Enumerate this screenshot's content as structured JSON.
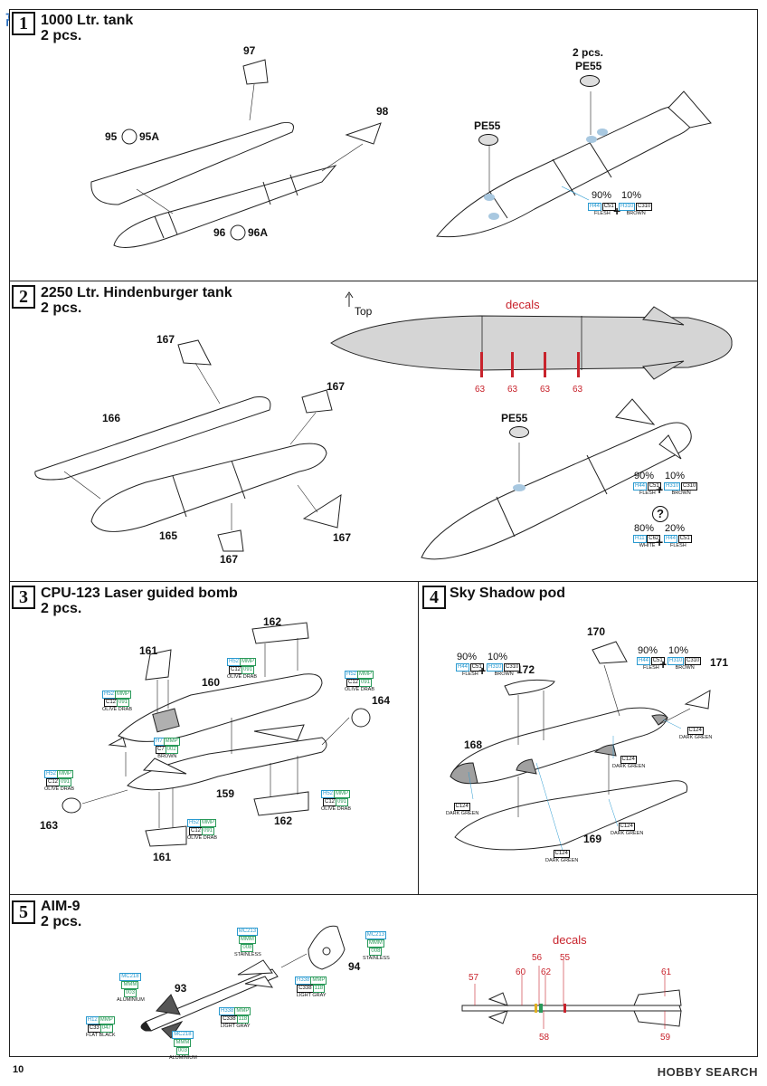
{
  "page_number": "10",
  "watermark": "HOBBY SEARCH",
  "logo_text": "高手",
  "steps": [
    {
      "num": "1",
      "title": "1000 Ltr. tank",
      "qty": "2 pcs."
    },
    {
      "num": "2",
      "title": "2250 Ltr. Hindenburger tank",
      "qty": "2 pcs."
    },
    {
      "num": "3",
      "title": "CPU-123 Laser guided bomb",
      "qty": "2 pcs."
    },
    {
      "num": "4",
      "title": "Sky Shadow pod",
      "qty": ""
    },
    {
      "num": "5",
      "title": "AIM-9",
      "qty": "2 pcs."
    }
  ],
  "step1": {
    "parts": [
      "97",
      "98",
      "95",
      "95A",
      "96",
      "96A"
    ],
    "pe_top": "2 pcs.",
    "pe_top_code": "PE55",
    "pe_left": "PE55",
    "mix": [
      {
        "pct": "90%",
        "h": "H44",
        "c": "C51",
        "name": "FLESH"
      },
      {
        "pct": "10%",
        "h": "H310",
        "c": "C310",
        "name": "BROWN"
      }
    ]
  },
  "step2": {
    "top_label": "Top",
    "decals_label": "decals",
    "decal_nums": [
      "63",
      "63",
      "63",
      "63"
    ],
    "parts": [
      "167",
      "167",
      "166",
      "165",
      "167",
      "167"
    ],
    "pe": "PE55",
    "mix1": [
      {
        "pct": "90%",
        "h": "H44",
        "c": "C51",
        "name": "FLESH"
      },
      {
        "pct": "10%",
        "h": "H310",
        "c": "C310",
        "name": "BROWN"
      }
    ],
    "question": "?",
    "mix2": [
      {
        "pct": "80%",
        "h": "H11",
        "c": "C62",
        "name": "WHITE"
      },
      {
        "pct": "20%",
        "h": "H44",
        "c": "C51",
        "name": "FLESH"
      }
    ]
  },
  "step3": {
    "parts": [
      "162",
      "161",
      "160",
      "164",
      "159",
      "163",
      "162",
      "161"
    ],
    "colors": [
      {
        "h": "H52",
        "m": "MMP",
        "c": "C12",
        "m2": "091",
        "name": "OLIVE DRAB"
      },
      {
        "h": "H52",
        "m": "MMP",
        "c": "C12",
        "m2": "091",
        "name": "OLIVE DRAB"
      },
      {
        "h": "H52",
        "m": "MMP",
        "c": "C12",
        "m2": "091",
        "name": "OLIVE DRAB"
      },
      {
        "h": "H7",
        "m": "MMP",
        "c": "C7",
        "m2": "002",
        "name": "BROWN"
      },
      {
        "h": "H52",
        "m": "MMP",
        "c": "C12",
        "m2": "091",
        "name": "OLIVE DRAB"
      },
      {
        "h": "H52",
        "m": "MMP",
        "c": "C12",
        "m2": "091",
        "name": "OLIVE DRAB"
      },
      {
        "h": "H52",
        "m": "MMP",
        "c": "C12",
        "m2": "091",
        "name": "OLIVE DRAB"
      }
    ]
  },
  "step4": {
    "parts": [
      "170",
      "172",
      "171",
      "168",
      "169"
    ],
    "mix_left": [
      {
        "pct": "90%",
        "h": "H44",
        "c": "C51",
        "name": "FLESH"
      },
      {
        "pct": "10%",
        "h": "H310",
        "c": "C310",
        "name": "BROWN"
      }
    ],
    "mix_right": [
      {
        "pct": "90%",
        "h": "H44",
        "c": "C51",
        "name": "FLESH"
      },
      {
        "pct": "10%",
        "h": "H310",
        "c": "C310",
        "name": "BROWN"
      }
    ],
    "green": {
      "c": "C124",
      "name": "DARK GREEN"
    }
  },
  "step5": {
    "parts": [
      "93",
      "94"
    ],
    "decals_label": "decals",
    "decal_nums": [
      "57",
      "60",
      "56",
      "62",
      "55",
      "61",
      "58",
      "59"
    ],
    "colors": [
      {
        "m": "MC218",
        "m2": "MMM",
        "m3": "003",
        "name": "ALUMINIUM"
      },
      {
        "m": "MC213",
        "m2": "MMM",
        "m3": "008",
        "name": "STAINLESS"
      },
      {
        "m": "MC213",
        "m2": "MMM",
        "m3": "008",
        "name": "STAINLESS"
      },
      {
        "h": "H338",
        "m": "MMP",
        "c": "C338",
        "m2": "118",
        "name": "LIGHT GRAY"
      },
      {
        "h": "H338",
        "m": "MMP",
        "c": "C338",
        "m2": "118",
        "name": "LIGHT GRAY"
      },
      {
        "h": "H12",
        "m": "MMP",
        "c": "C33",
        "m2": "047",
        "name": "FLAT BLACK"
      },
      {
        "m": "MC218",
        "m2": "MMM",
        "m3": "003",
        "name": "ALUMINIUM"
      }
    ]
  }
}
